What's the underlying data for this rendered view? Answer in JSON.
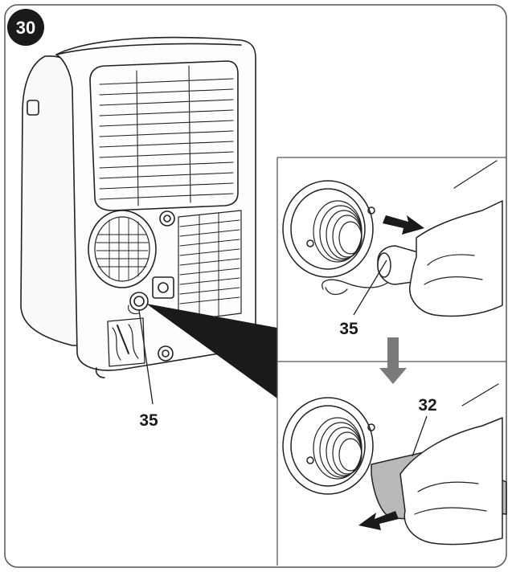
{
  "figure": {
    "step_number": "30",
    "callouts": {
      "unit_plug": "35",
      "detail_plug": "35",
      "detail_hose": "32"
    }
  },
  "colors": {
    "badge": "#1a1a1a",
    "line": "#222222",
    "hose_fill": "#b9b9b9",
    "step_arrow": "#7a7a7a"
  }
}
